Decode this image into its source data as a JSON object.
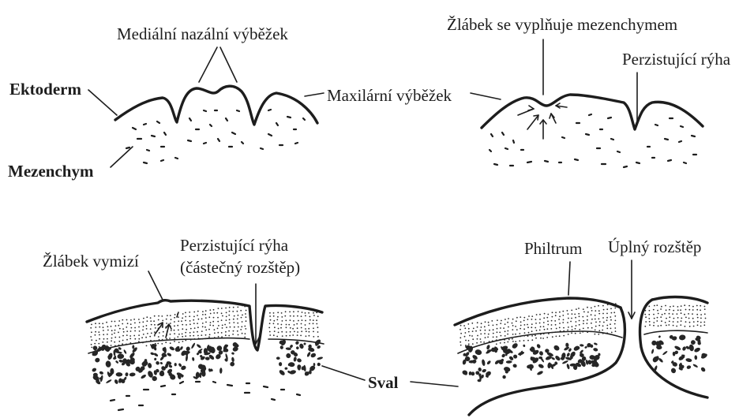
{
  "panel1": {
    "ectoderm_label": "Ektoderm",
    "mesenchyme_label": "Mezenchym",
    "medial_nasal_label": "Mediální nazální výběžek",
    "maxillary_label": "Maxilární výběžek"
  },
  "panel2": {
    "groove_fills_label": "Žlábek se vyplňuje mezenchymem",
    "persistent_groove_label": "Perzistující rýha"
  },
  "panel3": {
    "groove_disappears_label": "Žlábek vymizí",
    "persistent_groove_label_1": "Perzistující rýha",
    "persistent_groove_label_2": "(částečný rozštěp)",
    "muscle_label": "Sval"
  },
  "panel4": {
    "philtrum_label": "Philtrum",
    "complete_cleft_label": "Úplný rozštěp"
  }
}
